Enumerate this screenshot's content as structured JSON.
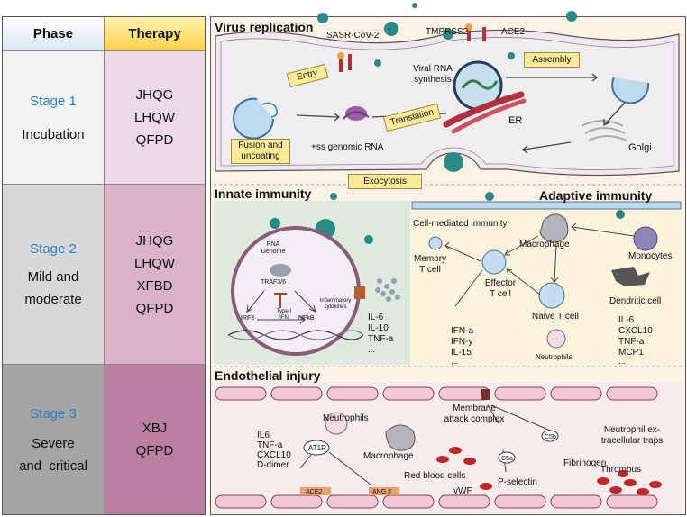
{
  "table": {
    "header": {
      "phase": "Phase",
      "therapy": "Therapy"
    },
    "rows": [
      {
        "stage": "Stage 1",
        "phase_lines": [
          "Incubation"
        ],
        "therapies": [
          "JHQG",
          "LHQW",
          "QFPD"
        ]
      },
      {
        "stage": "Stage 2",
        "phase_lines": [
          "Mild and",
          "moderate"
        ],
        "therapies": [
          "JHQG",
          "LHQW",
          "XFBD",
          "QFPD"
        ]
      },
      {
        "stage": "Stage 3",
        "phase_lines": [
          "Severe",
          "and  critical"
        ],
        "therapies": [
          "XBJ",
          "QFPD"
        ]
      }
    ]
  },
  "virus_replication": {
    "title": "Virus replication",
    "labels": {
      "virus": "SASR-CoV-2",
      "receptor1": "TMPRSS2",
      "receptor2": "ACE2",
      "entry": "Entry",
      "viral_rna": "Viral RNA\nsynthesis",
      "assembly": "Assembly",
      "translation": "Translation",
      "er": "ER",
      "golgi": "Golgi",
      "fusion": "Fusion and\nuncoating",
      "genomic_rna": "+ss genomic RNA",
      "exocytosis": "Exocytosis"
    }
  },
  "innate": {
    "title": "Innate immunity",
    "labels": {
      "rna_genome": "RNA\nGenome",
      "traf": "TRAF3/6",
      "irf3": "IRF3",
      "type1_ifn": "Type I\nIFN",
      "nfkb": "NFkB",
      "inflammatory": "Inflammatory\ncytokines",
      "cytokines": [
        "IL-6",
        "IL-10",
        "TNF-a",
        "..."
      ]
    }
  },
  "adaptive": {
    "title": "Adaptive immunity",
    "labels": {
      "cell_mediated": "Cell-mediated immunity",
      "macrophage": "Macrophage",
      "monocytes": "Monocytes",
      "memory": "Memory\nT cell",
      "effector": "Effector\nT cell",
      "naive": "Naive T cell",
      "dendritic": "Dendritic cell",
      "neutrophils": "Neutrophils",
      "cytokines_left": [
        "IFN-a",
        "IFN-y",
        "IL-15",
        "..."
      ],
      "cytokines_right": [
        "IL-6",
        "CXCL10",
        "TNF-a",
        "MCP1",
        "..."
      ]
    }
  },
  "endothelial": {
    "title": "Endothelial injury",
    "labels": {
      "neutrophils": "Neutrophils",
      "membrane": "Membrane\nattack complex",
      "net": "Neutrophil ex-\ntracellular traps",
      "cytokines": [
        "IL6",
        "TNF-a",
        "CXCL10",
        "D-dimer"
      ],
      "at1r": "AT1R",
      "macrophage": "Macrophage",
      "c5a": "C5a",
      "c5b": "C5b",
      "fibrinogen": "Fibrinogen",
      "thrombus": "Thrombus",
      "rbc": "Red blood cells",
      "vwf": "vWF",
      "pselectin": "P-selectin",
      "ace2": "ACE2",
      "ang2": "ANG II"
    }
  },
  "colors": {
    "phase_col": "#f2f2f2",
    "therapy_col": "#ecdbe6",
    "header_phase": "#e6eff7",
    "header_therapy": "#ffd966",
    "row2_phase": "#d8d8d8",
    "row2_therapy": "#d9b3c8",
    "row3_phase": "#a5a5a5",
    "row3_therapy": "#b9809f",
    "stage_blue": "#2e7fc2",
    "virus": "#2a8a85"
  }
}
